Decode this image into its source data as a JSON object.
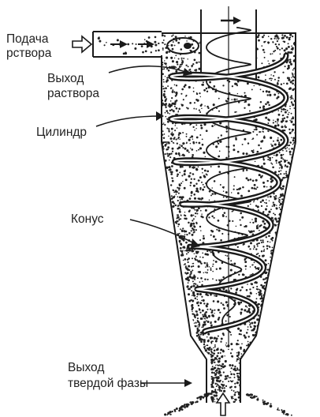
{
  "labels": {
    "inlet_line1": "Подача",
    "inlet_line2": "рствора",
    "outlet_line1": "Выход",
    "outlet_line2": "раствора",
    "cylinder": "Цилиндр",
    "cone": "Конус",
    "solid_line1": "Выход",
    "solid_line2": "твердой фазы"
  },
  "colors": {
    "line": "#1a1a1a",
    "background": "#ffffff",
    "text": "#222222"
  }
}
